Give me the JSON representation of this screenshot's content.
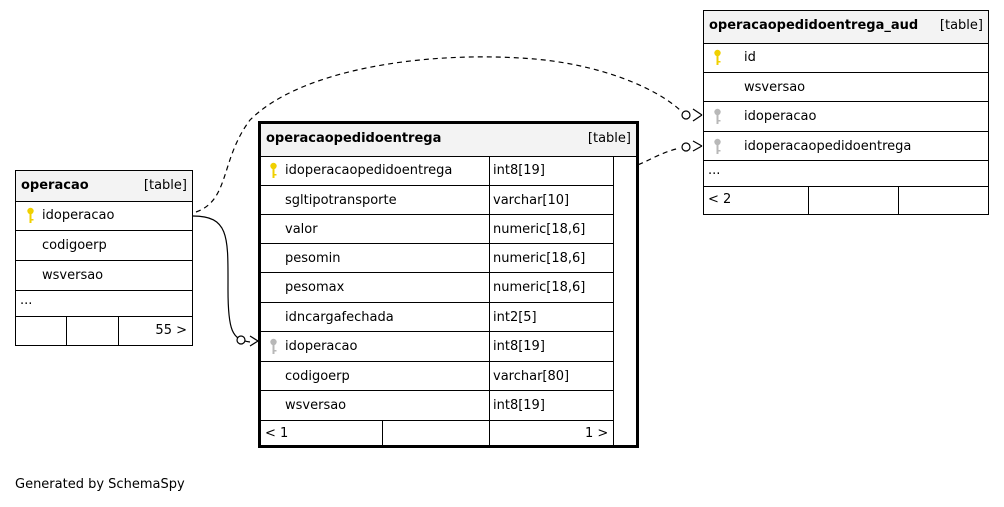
{
  "tables": {
    "operacao": {
      "name": "operacao",
      "type": "[table]",
      "columns": [
        {
          "name": "idoperacao",
          "key": "primary"
        },
        {
          "name": "codigoerp",
          "key": ""
        },
        {
          "name": "wsversao",
          "key": ""
        }
      ],
      "more": "...",
      "footer": {
        "left": "",
        "middle": "",
        "right": "55 >"
      }
    },
    "operacaopedidoentrega": {
      "name": "operacaopedidoentrega",
      "type": "[table]",
      "columns": [
        {
          "name": "idoperacaopedidoentrega",
          "datatype": "int8[19]",
          "key": "primary"
        },
        {
          "name": "sgltipotransporte",
          "datatype": "varchar[10]",
          "key": ""
        },
        {
          "name": "valor",
          "datatype": "numeric[18,6]",
          "key": ""
        },
        {
          "name": "pesomin",
          "datatype": "numeric[18,6]",
          "key": ""
        },
        {
          "name": "pesomax",
          "datatype": "numeric[18,6]",
          "key": ""
        },
        {
          "name": "idncargafechada",
          "datatype": "int2[5]",
          "key": ""
        },
        {
          "name": "idoperacao",
          "datatype": "int8[19]",
          "key": "foreign"
        },
        {
          "name": "codigoerp",
          "datatype": "varchar[80]",
          "key": ""
        },
        {
          "name": "wsversao",
          "datatype": "int8[19]",
          "key": ""
        }
      ],
      "footer": {
        "left": "< 1",
        "middle": "",
        "right": "1 >"
      }
    },
    "operacaopedidoentrega_aud": {
      "name": "operacaopedidoentrega_aud",
      "type": "[table]",
      "columns": [
        {
          "name": "id",
          "key": "primary"
        },
        {
          "name": "wsversao",
          "key": ""
        },
        {
          "name": "idoperacao",
          "key": "foreign"
        },
        {
          "name": "idoperacaopedidoentrega",
          "key": "foreign"
        }
      ],
      "more": "...",
      "footer": {
        "left": "< 2",
        "middle": "",
        "right": ""
      }
    }
  },
  "colors": {
    "primary_key": "#f0d000",
    "foreign_key": "#b8b8b8",
    "header_bg": "#f3f3f3"
  },
  "footer_text": "Generated by SchemaSpy"
}
